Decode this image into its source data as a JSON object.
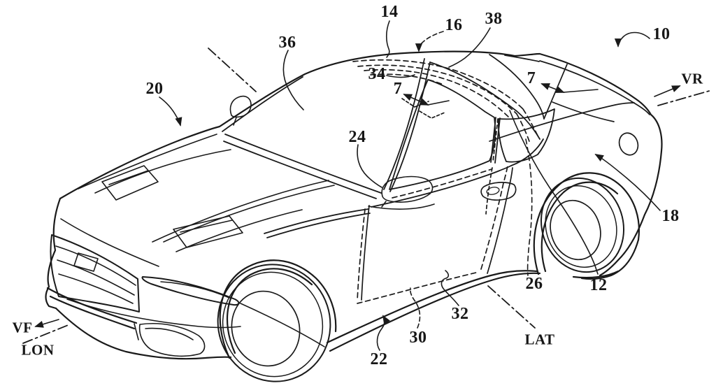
{
  "figure": {
    "kind": "patent line drawing",
    "subject": "coupe automobile shown in front three-quarter perspective with reference numerals"
  },
  "colors": {
    "background": "#ffffff",
    "ink": "#1a1a1a"
  },
  "labels": [
    {
      "name": "ref-14",
      "text": "14"
    },
    {
      "name": "ref-16",
      "text": "16"
    },
    {
      "name": "ref-38",
      "text": "38"
    },
    {
      "name": "ref-10",
      "text": "10"
    },
    {
      "name": "ref-36",
      "text": "36"
    },
    {
      "name": "ref-34",
      "text": "34"
    },
    {
      "name": "ref-7-left",
      "text": "7"
    },
    {
      "name": "ref-7-right",
      "text": "7"
    },
    {
      "name": "axis-vr",
      "text": "VR"
    },
    {
      "name": "ref-20",
      "text": "20"
    },
    {
      "name": "ref-24",
      "text": "24"
    },
    {
      "name": "ref-18",
      "text": "18"
    },
    {
      "name": "ref-12",
      "text": "12"
    },
    {
      "name": "ref-26",
      "text": "26"
    },
    {
      "name": "ref-32",
      "text": "32"
    },
    {
      "name": "axis-lat",
      "text": "LAT"
    },
    {
      "name": "ref-30",
      "text": "30"
    },
    {
      "name": "ref-22",
      "text": "22"
    },
    {
      "name": "axis-vf",
      "text": "VF"
    },
    {
      "name": "axis-lon",
      "text": "LON"
    }
  ]
}
